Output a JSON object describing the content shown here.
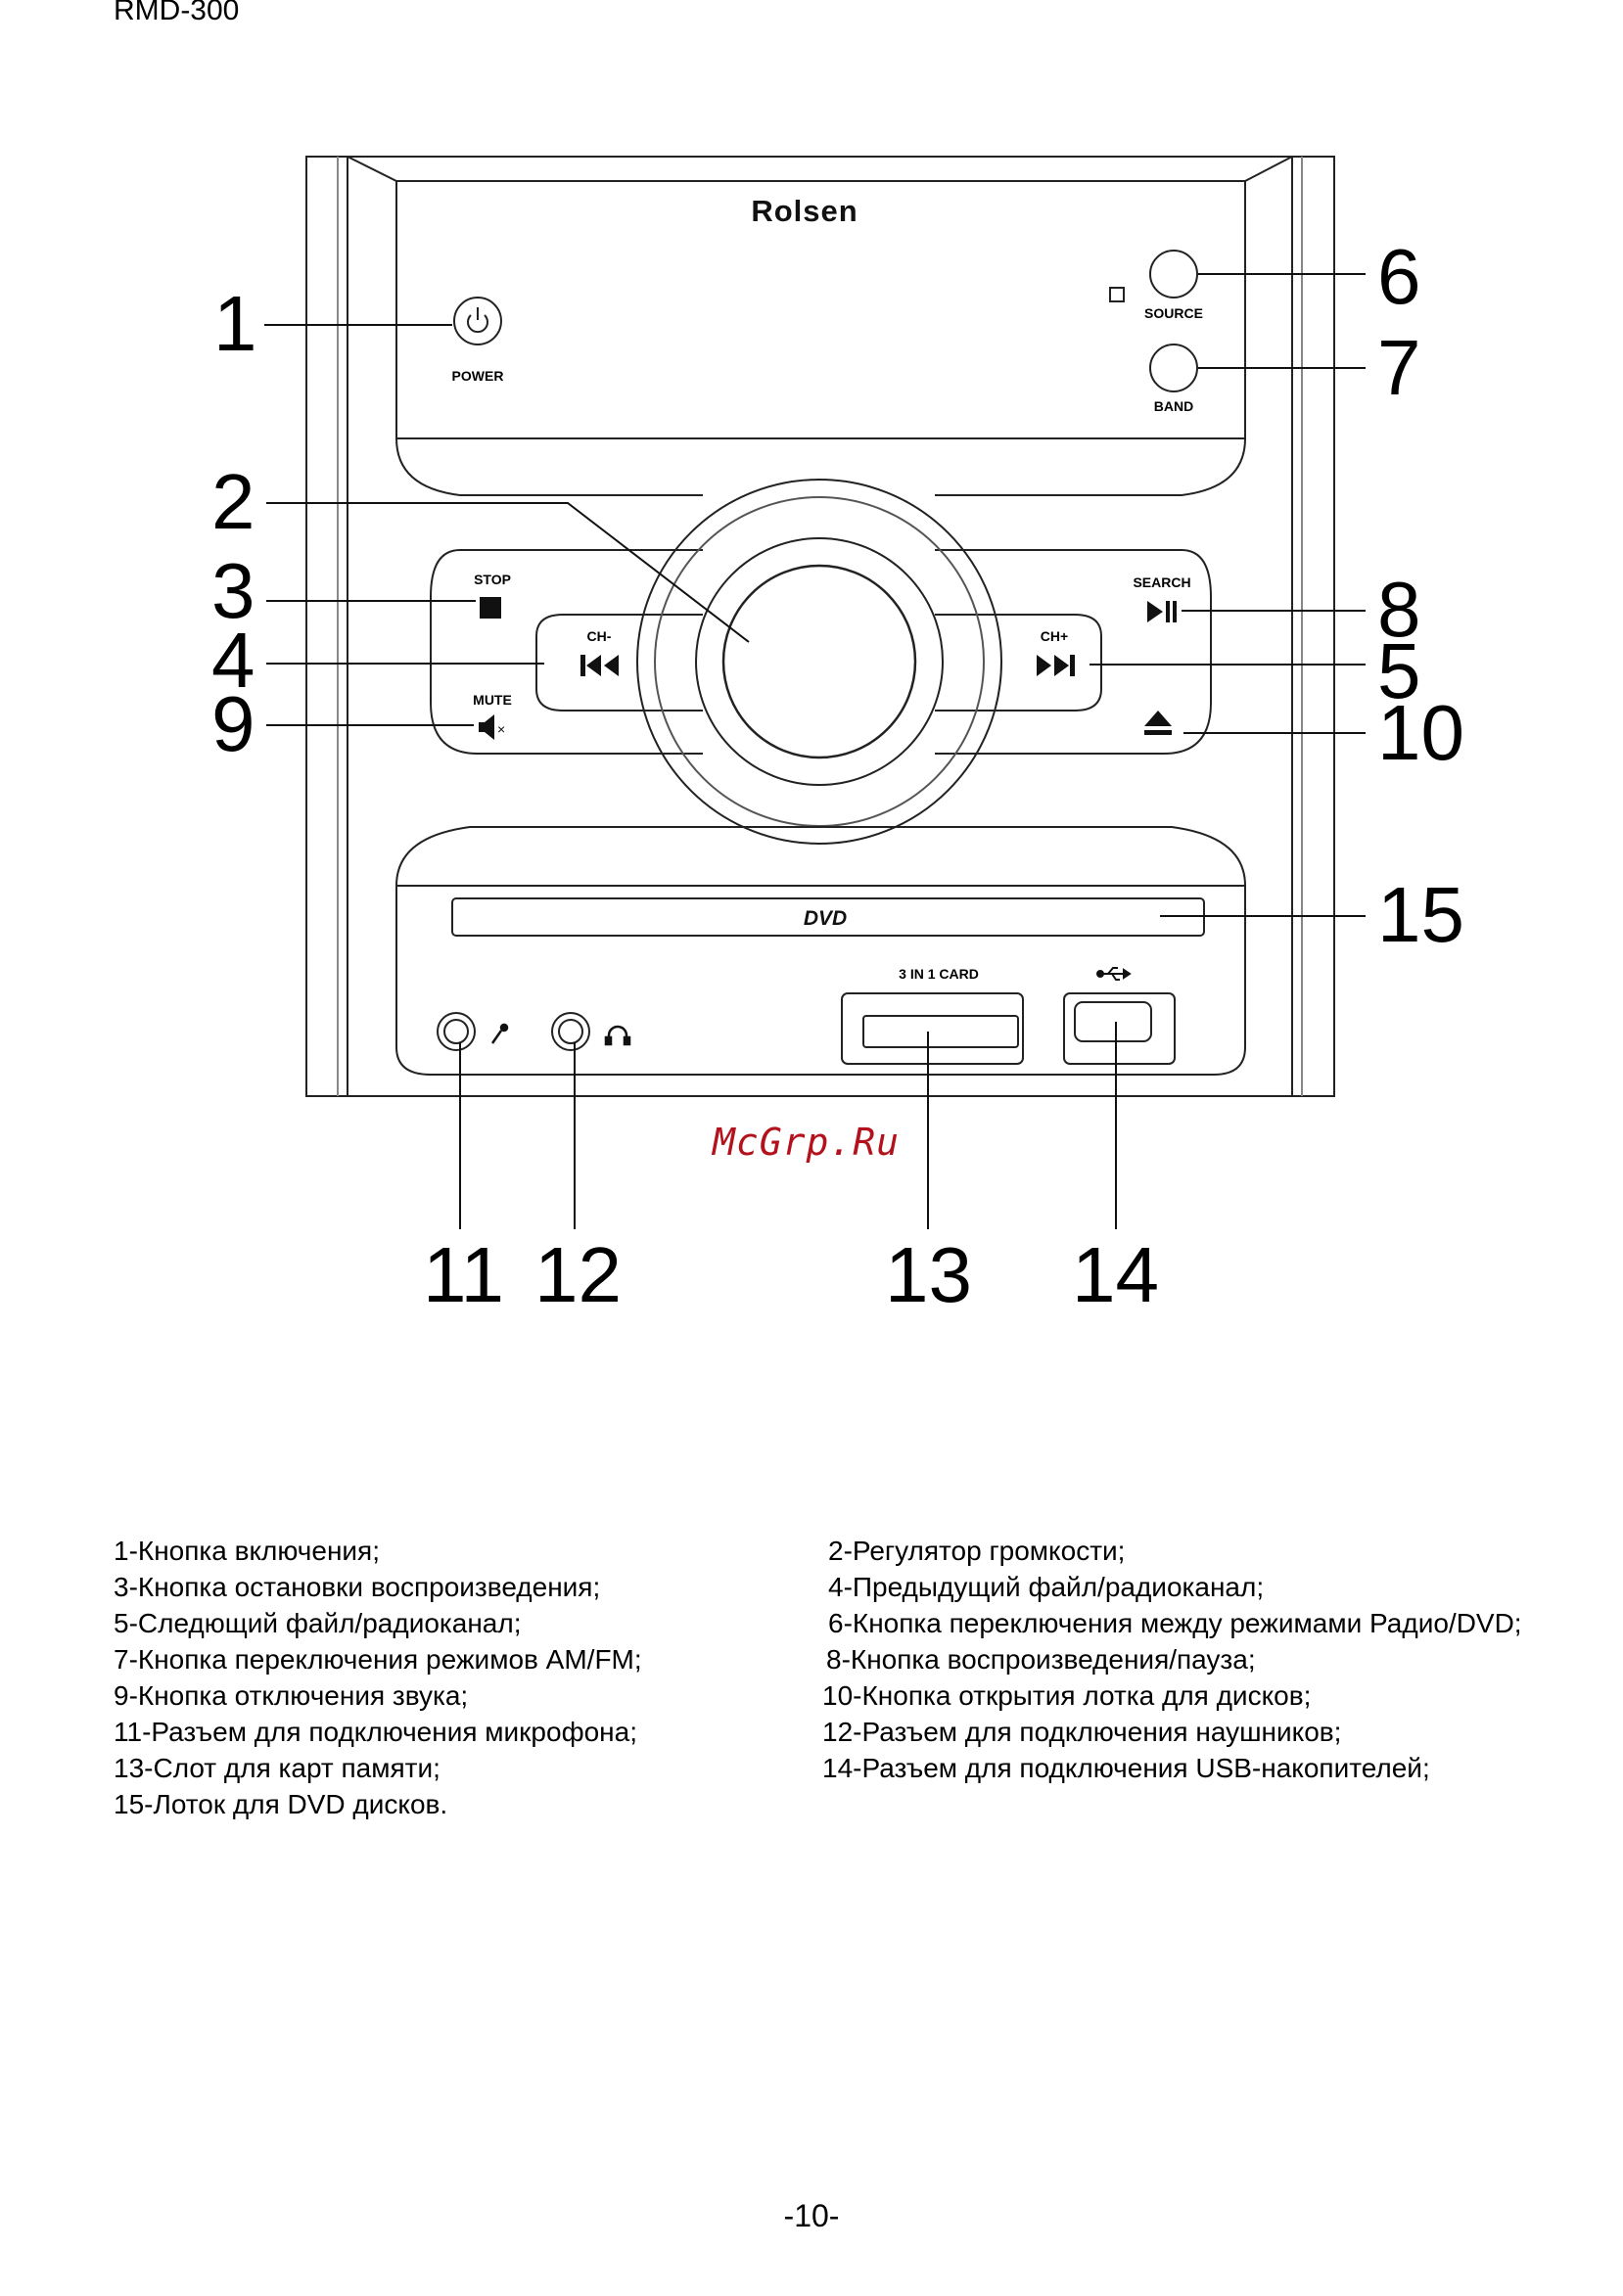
{
  "header": {
    "model": "RMD-300"
  },
  "device": {
    "brand": "Rolsen",
    "panel_labels": {
      "power": "POWER",
      "source": "SOURCE",
      "band": "BAND",
      "stop": "STOP",
      "ch_minus": "CH-",
      "ch_plus": "CH+",
      "search": "SEARCH",
      "mute": "MUTE",
      "dvd": "DVD",
      "card": "3 IN 1 CARD"
    }
  },
  "callouts": {
    "n1": "1",
    "n2": "2",
    "n3": "3",
    "n4": "4",
    "n5": "5",
    "n6": "6",
    "n7": "7",
    "n8": "8",
    "n9": "9",
    "n10": "10",
    "n11": "11",
    "n12": "12",
    "n13": "13",
    "n14": "14",
    "n15": "15"
  },
  "watermark": "McGrp.Ru",
  "legend": {
    "left": [
      "1-Кнопка включения;",
      "3-Кнопка остановки воспроизведения;",
      "5-Следющий файл/радиоканал;",
      "7-Кнопка переключения режимов AM/FM;",
      "9-Кнопка отключения звука;",
      "11-Разъем для подключения микрофона;",
      "13-Слот для карт памяти;",
      "15-Лоток для DVD дисков."
    ],
    "right": [
      "2-Регулятор громкости;",
      "4-Предыдущий файл/радиоканал;",
      "6-Кнопка переключения между режимами Радио/DVD;",
      "8-Кнопка воспроизведения/пауза;",
      "10-Кнопка открытия лотка для дисков;",
      "12-Разъем для подключения наушников;",
      "14-Разъем для подключения USB-накопителей;",
      ""
    ]
  },
  "footer": {
    "page_number": "-10-"
  }
}
